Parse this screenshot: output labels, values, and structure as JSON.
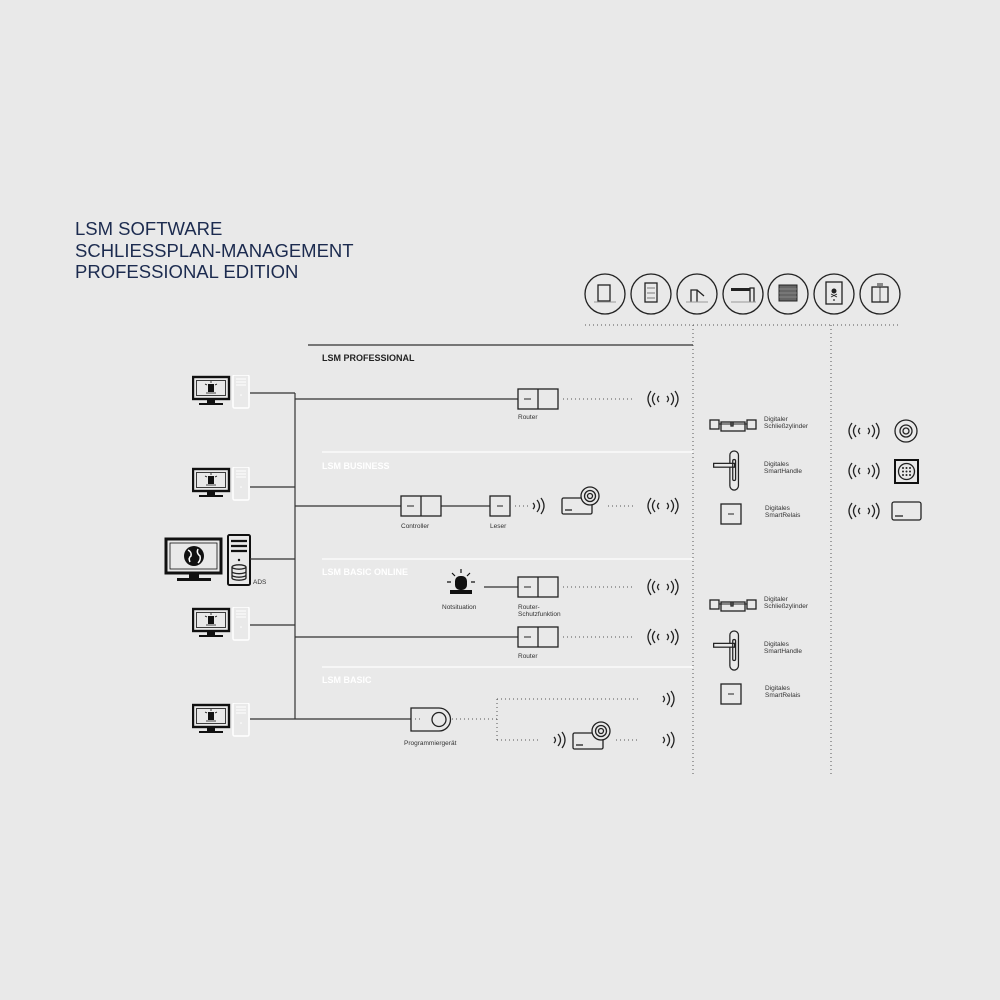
{
  "title": {
    "line1": "LSM SOFTWARE",
    "line2": "SCHLIESSPLAN-MANAGEMENT",
    "line3": "PROFESSIONAL EDITION"
  },
  "sections": {
    "professional": "LSM PROFESSIONAL",
    "business": "LSM BUSINESS",
    "basic_online": "LSM BASIC ONLINE",
    "basic": "LSM BASIC"
  },
  "nodes": {
    "ads": "ADS",
    "router_professional": "Router",
    "controller": "Controller",
    "leser": "Leser",
    "notsituation": "Notsituation",
    "router_schutz_1": "Router-",
    "router_schutz_2": "Schutzfunktion",
    "router_basic_online": "Router",
    "programmiergeraet": "Programmiergerät"
  },
  "devices": {
    "upper": [
      {
        "line1": "Digitaler",
        "line2": "Schließzylinder"
      },
      {
        "line1": "Digitales",
        "line2": "SmartHandle"
      },
      {
        "line1": "Digitales",
        "line2": "SmartRelais"
      }
    ],
    "lower": [
      {
        "line1": "Digitaler",
        "line2": "Schließzylinder"
      },
      {
        "line1": "Digitales",
        "line2": "SmartHandle"
      },
      {
        "line1": "Digitales",
        "line2": "SmartRelais"
      }
    ]
  },
  "door_types": [
    "door-icon",
    "cabinet-door-icon",
    "turnstile-icon",
    "barrier-icon",
    "garage-door-icon",
    "hazard-door-icon",
    "elevator-icon"
  ],
  "media": [
    "transponder-icon",
    "pin-code-keypad-icon",
    "smart-card-icon"
  ],
  "colors": {
    "title": "#1c2b4f",
    "background": "#e9e9e9",
    "line": "#333333",
    "inactive_section": "#ffffff"
  }
}
